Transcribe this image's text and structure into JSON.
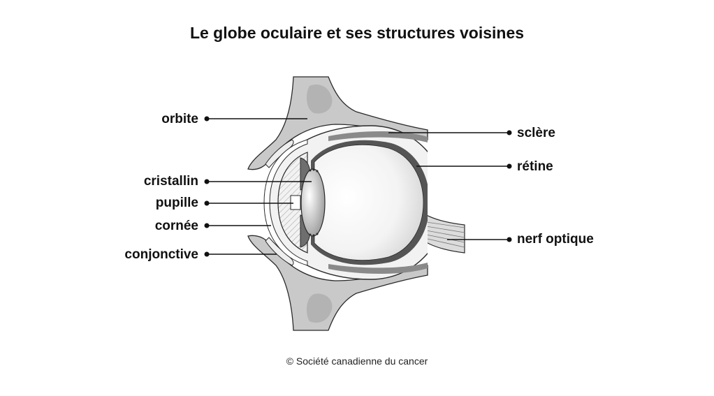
{
  "title": "Le globe oculaire et ses structures voisines",
  "credit": "© Société canadienne du cancer",
  "labels": {
    "orbite": "orbite",
    "cristallin": "cristallin",
    "pupille": "pupille",
    "cornee": "cornée",
    "conjonctive": "conjonctive",
    "sclere": "sclère",
    "retine": "rétine",
    "nerf_optique": "nerf optique"
  },
  "colors": {
    "bone": "#c9c9c9",
    "bone_inner": "#b3b3b3",
    "sclera": "#f2f2f2",
    "retina": "#555555",
    "outline": "#2a2a2a"
  }
}
